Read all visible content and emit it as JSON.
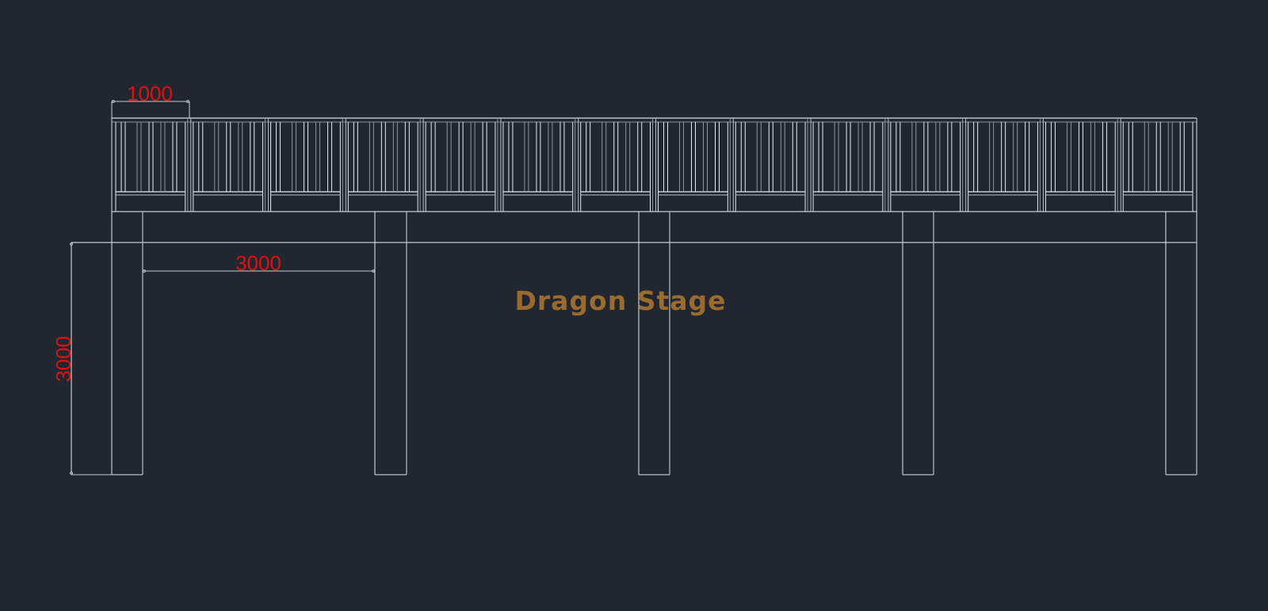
{
  "drawing": {
    "title": "Dragon Stage",
    "background": "#212730",
    "line_color": "#d8dde4",
    "line_color_dim": "#9aa1aa",
    "dimension_text_color": "#e01010",
    "title_color": "#9a6b2f"
  },
  "dimensions": {
    "panel_width": {
      "label": "1000",
      "orientation": "horizontal"
    },
    "leg_spacing": {
      "label": "3000",
      "orientation": "horizontal"
    },
    "height": {
      "label": "3000",
      "orientation": "vertical"
    }
  },
  "railing": {
    "panel_count": 14
  },
  "structure": {
    "leg_count": 5
  }
}
